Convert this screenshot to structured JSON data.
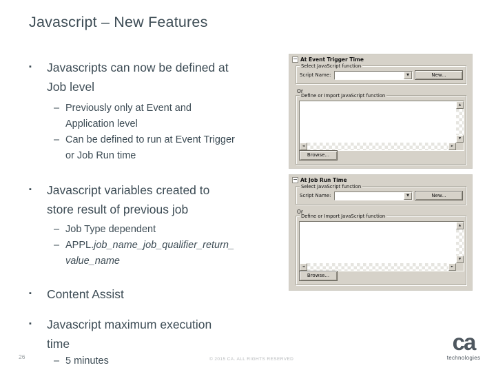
{
  "slide": {
    "title": "Javascript – New Features",
    "page_number": "26",
    "footer_copyright": "© 2015 CA. ALL RIGHTS RESERVED",
    "logo_text": "ca",
    "logo_subtext": "technologies"
  },
  "markers": {
    "bullet": "▪",
    "dash": "–"
  },
  "bullets": [
    {
      "lines": [
        "Javascripts can now be defined at",
        "Job level"
      ],
      "subs": [
        {
          "lines": [
            "Previously only at Event and",
            "Application level"
          ]
        },
        {
          "lines": [
            "Can be defined to run at Event Trigger",
            "or Job Run time"
          ]
        }
      ]
    },
    {
      "lines": [
        "Javascript variables created to",
        "store result of previous job"
      ],
      "subs": [
        {
          "lines": [
            "Job Type dependent"
          ]
        },
        {
          "prefix": "APPL.",
          "italic_line1": "job_name_job_qualifier_return_",
          "italic_line2": "value_name"
        }
      ]
    },
    {
      "lines": [
        "Content Assist"
      ]
    },
    {
      "lines": [
        "Javascript maximum execution",
        "time"
      ],
      "subs": [
        {
          "lines": [
            "5 minutes"
          ]
        }
      ]
    }
  ],
  "dialogs": [
    {
      "header": "At Event Trigger Time",
      "group1_label": "Select JavaScript function",
      "script_name_label": "Script Name:",
      "new_button": "New...",
      "or_label": "Or",
      "group2_label": "Define or Import JavaScript function",
      "browse_button": "Browse..."
    },
    {
      "header": "At Job Run Time",
      "group1_label": "Select JavaScript function",
      "script_name_label": "Script Name:",
      "new_button": "New...",
      "or_label": "Or",
      "group2_label": "Define or Import JavaScript function",
      "browse_button": "Browse..."
    }
  ],
  "icons": {
    "dropdown": "▼",
    "scroll_up": "▲",
    "scroll_down": "▼",
    "scroll_left": "◄",
    "scroll_right": "►",
    "collapse": "−"
  },
  "colors": {
    "text": "#3d4c55",
    "dialog_bg": "#d6d2c9",
    "footer": "#b7babc",
    "logo": "#4e575f"
  }
}
